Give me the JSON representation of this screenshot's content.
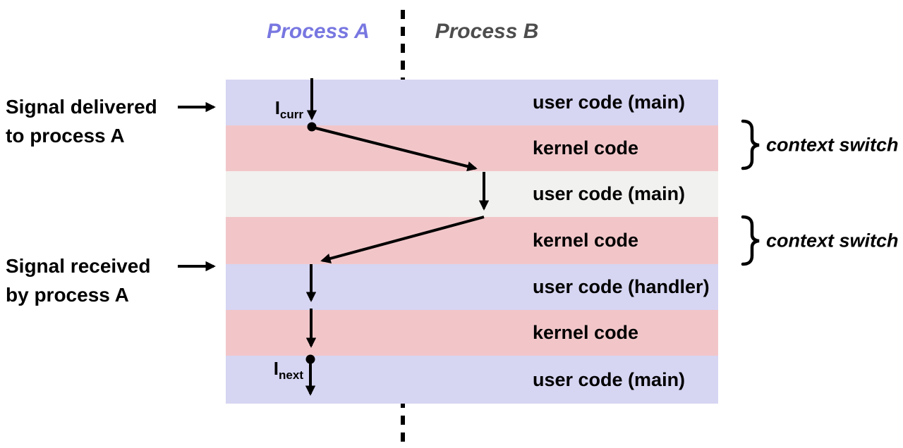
{
  "colors": {
    "user": "#d6d5f2",
    "kernel": "#f2c6c9",
    "other_user": "#f1f1ef",
    "process_a_accent": "#7877e1",
    "process_b_accent": "#4d4d4d",
    "flow": "#000000"
  },
  "header": {
    "process_a": "Process A",
    "process_b": "Process B"
  },
  "diagram": {
    "bands": [
      {
        "type": "user",
        "label": "user code (main)"
      },
      {
        "type": "kernel",
        "label": "kernel code"
      },
      {
        "type": "other_user",
        "label": "user code (main)"
      },
      {
        "type": "kernel",
        "label": "kernel code"
      },
      {
        "type": "user",
        "label": "user code (handler)"
      },
      {
        "type": "kernel",
        "label": "kernel code"
      },
      {
        "type": "user",
        "label": "user code (main)"
      }
    ],
    "instruction_markers": {
      "curr": {
        "base": "I",
        "sub": "curr"
      },
      "next": {
        "base": "I",
        "sub": "next"
      }
    }
  },
  "annotations": {
    "signal_delivered": {
      "line1": "Signal delivered",
      "line2": "to process A"
    },
    "signal_received": {
      "line1": "Signal received",
      "line2": "by process A"
    },
    "context_switch_1": "context switch",
    "context_switch_2": "context switch"
  }
}
